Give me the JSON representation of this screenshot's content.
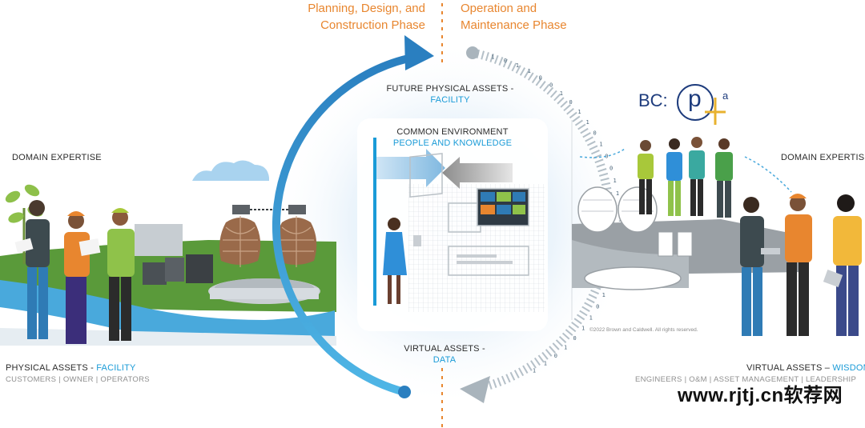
{
  "phases": {
    "left": [
      "Planning, Design, and",
      "Construction Phase"
    ],
    "right": [
      "Operation and",
      "Maintenance Phase"
    ]
  },
  "top_label": {
    "line1": "FUTURE  PHYSICAL ASSETS -",
    "line2": "FACILITY"
  },
  "panel_label": {
    "line1": "COMMON ENVIRONMENT",
    "line2": "PEOPLE AND KNOWLEDGE"
  },
  "bottom_label": {
    "line1": "VIRTUAL ASSETS -",
    "line2": "DATA"
  },
  "left_side": {
    "heading": "DOMAIN EXPERTISE",
    "title": "PHYSICAL ASSETS -",
    "title_accent": "FACILITY",
    "roles": "CUSTOMERS  |  OWNER  |  OPERATORS"
  },
  "right_side": {
    "heading": "DOMAIN EXPERTISE",
    "title": "VIRTUAL ASSETS –",
    "title_accent": "WISDOM",
    "roles": "ENGINEERS  |  O&M  |  ASSET MANAGEMENT  |  LEADERSHIP"
  },
  "logo": {
    "text": "BC:",
    "letter": "p",
    "superscript": "a"
  },
  "copyright": "©2022 Brown and Caldwell. All rights reserved.",
  "watermark": "www.rjtj.cn软荐网",
  "binary_digits": [
    "1",
    "0",
    "1",
    "1",
    "0",
    "0",
    "1",
    "0",
    "1",
    "1",
    "0",
    "1",
    "0",
    "0",
    "1",
    "1",
    "0",
    "1",
    "0",
    "1",
    "1",
    "0",
    "0",
    "1",
    "0",
    "1",
    "1",
    "0",
    "1",
    "0",
    "1",
    "1"
  ],
  "colors": {
    "accent_blue": "#1a9bd7",
    "arrow_blue": "#2a8bc9",
    "phase_orange": "#e8862f",
    "grass_green": "#5a9a3a",
    "water_blue": "#49a9dc",
    "silo_brown": "#9a6a4a",
    "glow": "#dcecf8",
    "grey_scene": "#9aa0a5"
  }
}
